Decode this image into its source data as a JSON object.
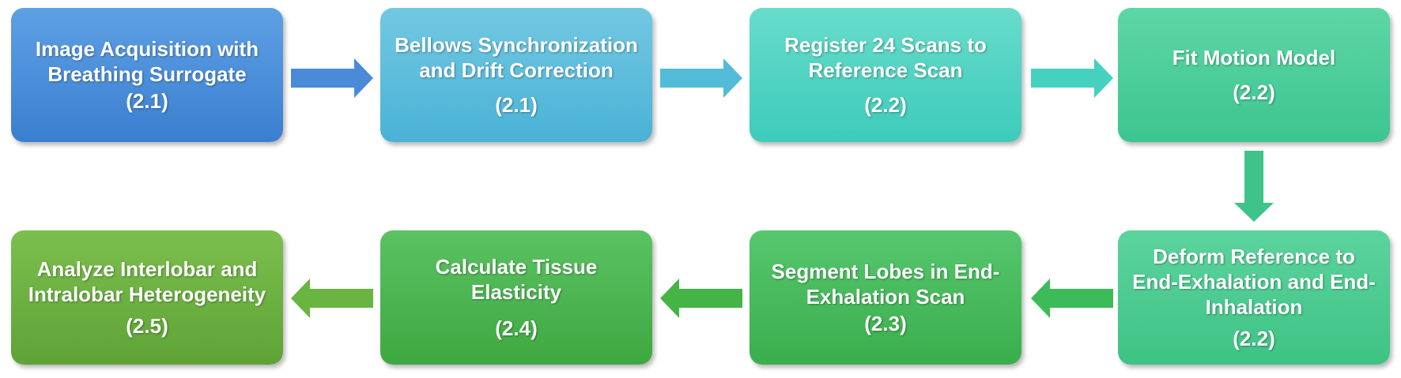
{
  "steps": [
    {
      "title": "Image Acquisition with Breathing Surrogate",
      "ref": "(2.1)",
      "color_top": "#5fa0e4",
      "color_bottom": "#3a7fd0"
    },
    {
      "title": "Bellows Synchronization and Drift Correction",
      "ref": "(2.1)",
      "color_top": "#72c8e2",
      "color_bottom": "#4ab2d6"
    },
    {
      "title": "Register 24 Scans to Reference Scan",
      "ref": "(2.2)",
      "color_top": "#68dccb",
      "color_bottom": "#3dcbbb"
    },
    {
      "title": "Fit Motion Model",
      "ref": "(2.2)",
      "color_top": "#5ed6a6",
      "color_bottom": "#3cc590"
    },
    {
      "title": "Deform Reference to End-Exhalation and End-Inhalation",
      "ref": "(2.2)",
      "color_top": "#5cd39e",
      "color_bottom": "#3ec384"
    },
    {
      "title": "Segment Lobes in End-Exhalation Scan",
      "ref": "(2.3)",
      "color_top": "#56c76e",
      "color_bottom": "#3aae4c"
    },
    {
      "title": "Calculate Tissue Elasticity",
      "ref": "(2.4)",
      "color_top": "#5bc262",
      "color_bottom": "#3ea840"
    },
    {
      "title": "Analyze Interlobar and Intralobar Heterogeneity",
      "ref": "(2.5)",
      "color_top": "#7cbf4e",
      "color_bottom": "#5ea336"
    }
  ],
  "arrows": [
    {
      "from": 0,
      "to": 1,
      "direction": "right",
      "color": "#4a8ad8"
    },
    {
      "from": 1,
      "to": 2,
      "direction": "right",
      "color": "#52bcd8"
    },
    {
      "from": 2,
      "to": 3,
      "direction": "right",
      "color": "#46d0c0"
    },
    {
      "from": 3,
      "to": 4,
      "direction": "down",
      "color": "#3ec38a"
    },
    {
      "from": 4,
      "to": 5,
      "direction": "left",
      "color": "#3dbb58"
    },
    {
      "from": 5,
      "to": 6,
      "direction": "left",
      "color": "#44b446"
    },
    {
      "from": 6,
      "to": 7,
      "direction": "left",
      "color": "#6ab442"
    }
  ]
}
